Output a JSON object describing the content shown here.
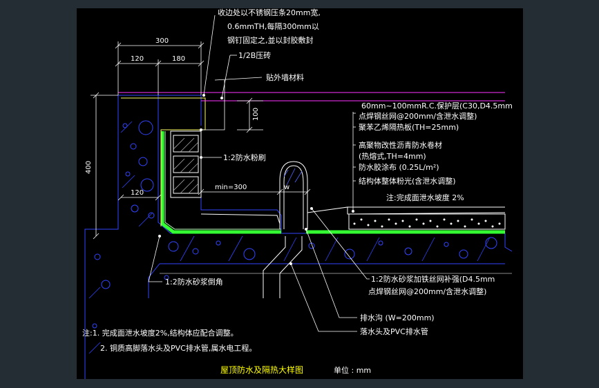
{
  "colors": {
    "background": "#000000",
    "frame": "#242c34",
    "concrete_line": "#3344ff",
    "membrane": "#33ff33",
    "leader": "#ffffff",
    "finish": "#ff33ff",
    "parapet_outline": "#ffff66",
    "title": "#ffff00"
  },
  "labels": {
    "edge_note_1": "收边处以不锈钢压条20mm宽,",
    "edge_note_2": "0.6mmTH,每隔300mm以",
    "edge_note_3": "钢钉固定之,並以封胶敷封",
    "brick": "1/2B压砖",
    "wall_finish": "贴外墙材料",
    "protect_1": "60mm~100mmR.C.保护层(C30,D4.5mm",
    "protect_2": "点焊钢丝网@200mm/含泄水调整)",
    "insulation": "聚苯乙烯隔热板(TH=25mm)",
    "membrane_1": "高聚物改性沥青防水卷材",
    "membrane_2": "(热熔式,TH=4mm)",
    "waterproof_brush": "1:2防水粉刷",
    "coating": "防水胶涂布 (0.25L/m²)",
    "structure": "结构体整体粉光(含泄水调整)",
    "slope_note": "注:完成面泄水坡度 2%",
    "mortar_corner": "1:2防水砂浆倒角",
    "mortar_mesh_1": "1:2防水砂浆加铁丝网补强(D4.5mm",
    "mortar_mesh_2": "点焊钢丝网@200mm/含泄水调整)",
    "gutter": "排水沟 (W=200mm)",
    "drain": "落水头及PVC排水管"
  },
  "dimensions": {
    "d300": "300",
    "d120_top": "120",
    "d180": "180",
    "d100": "100",
    "d400": "400",
    "d120_side": "120",
    "min300": "min=300",
    "w": "w"
  },
  "notes": {
    "n1": "注:1. 完成面泄水坡度2%,结构体应配合调整。",
    "n2": "2. 铜质高脚落水头及PVC排水管,属水电工程。"
  },
  "title": {
    "main": "屋顶防水及隔热大样图",
    "unit": "单位 : mm"
  }
}
